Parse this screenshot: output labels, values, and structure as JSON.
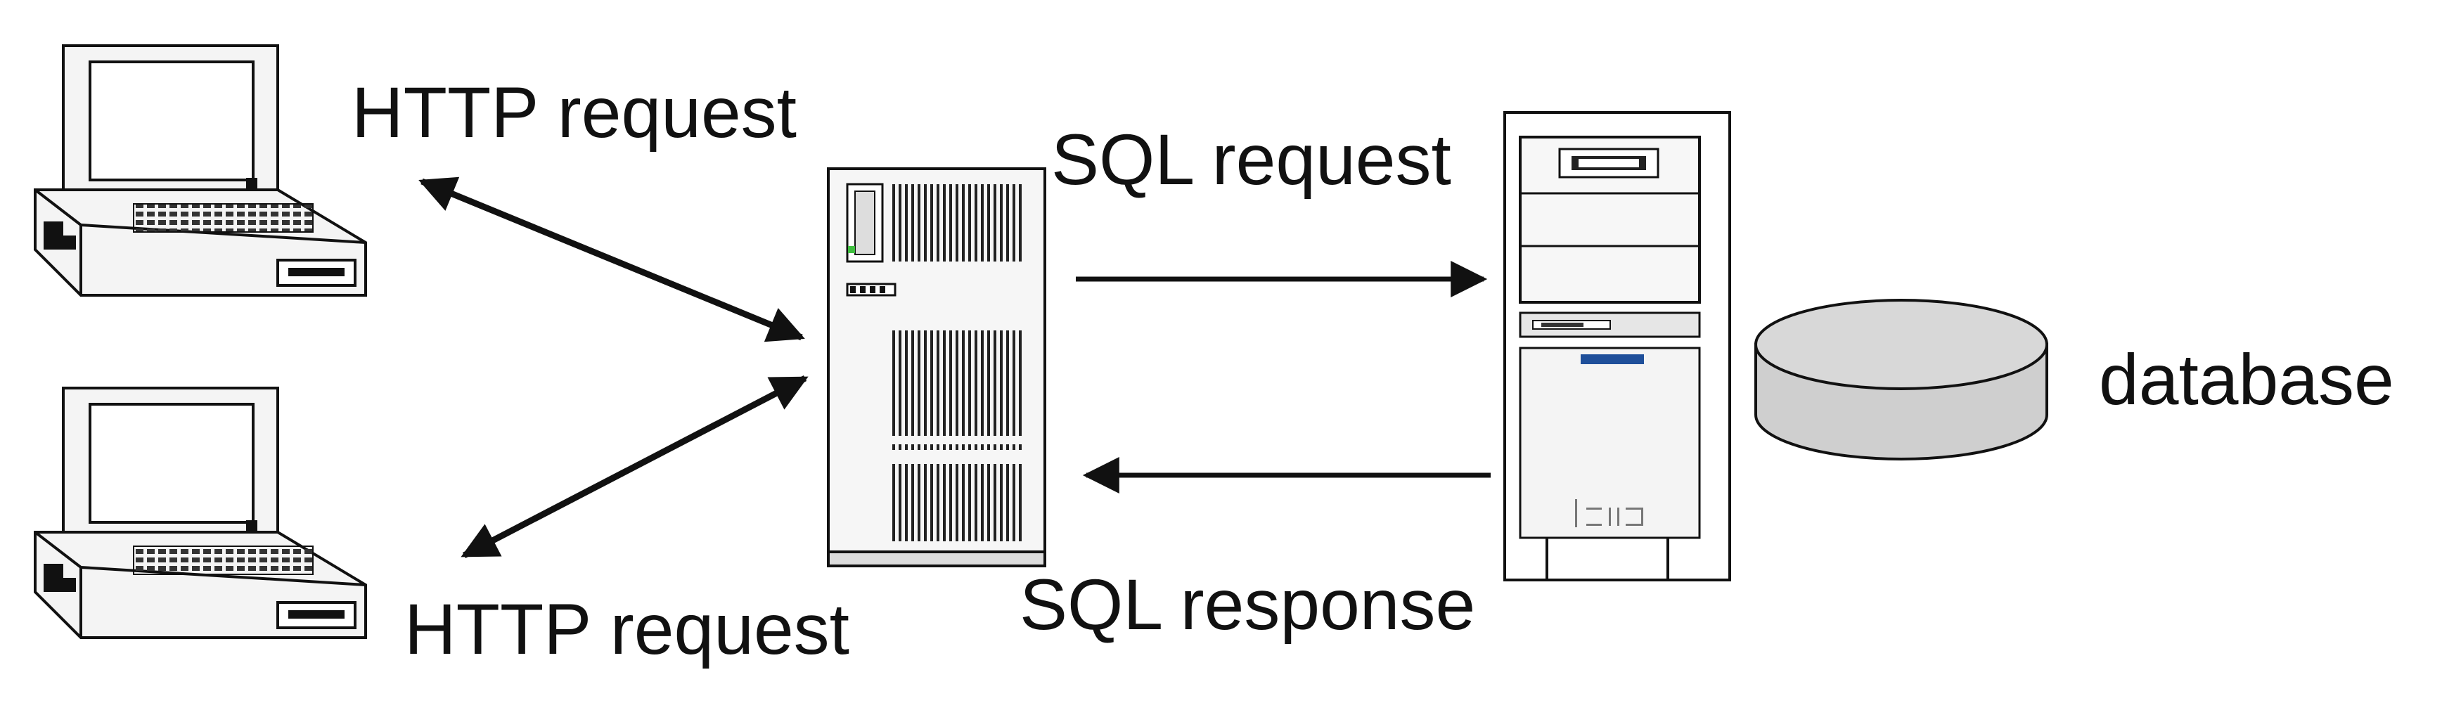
{
  "labels": {
    "http_top": "HTTP request",
    "http_bottom": "HTTP request",
    "sql_request": "SQL request",
    "sql_response": "SQL response",
    "database": "database"
  },
  "nodes": {
    "clients": 2,
    "app_server": 1,
    "db_server": 1,
    "database": 1
  },
  "colors": {
    "line": "#111111",
    "fill_light": "#f4f4f4",
    "fill_mid": "#e0e0e0",
    "db_fill": "#cfcfcf",
    "db_top": "#d8d8d8",
    "accent_blue": "#1f4f9a"
  }
}
